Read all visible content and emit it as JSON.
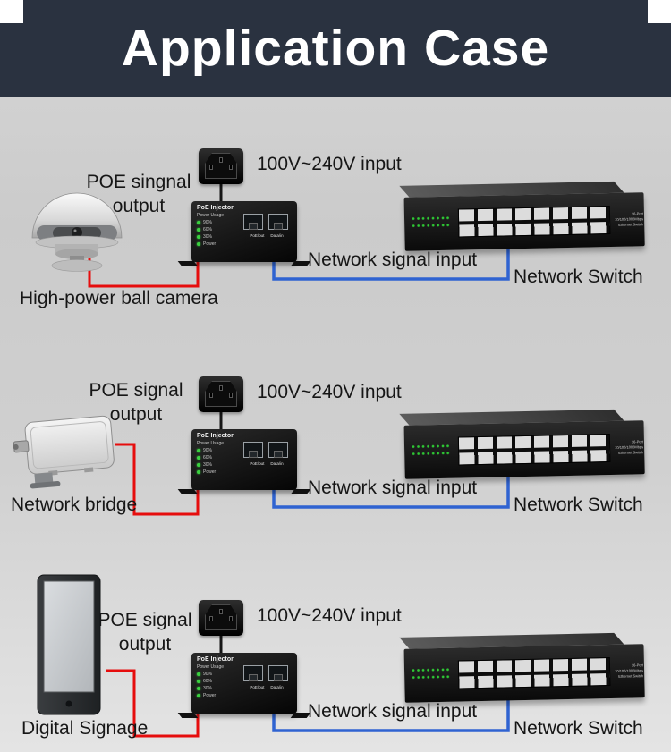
{
  "header": {
    "title": "Application Case"
  },
  "colors": {
    "header_bg": "#2a3240",
    "red_line": "#e60d0d",
    "blue_line": "#2f63d1",
    "power_line": "#161616"
  },
  "sections": [
    {
      "poe_output_line1": "POE singnal",
      "poe_output_line2": "output",
      "power_input": "100V~240V input",
      "network_input": "Network signal input",
      "switch_name": "Network Switch",
      "device_name": "High-power ball camera"
    },
    {
      "poe_output_line1": "POE signal",
      "poe_output_line2": "output",
      "power_input": "100V~240V input",
      "network_input": "Network signal input",
      "switch_name": "Network Switch",
      "device_name": "Network bridge"
    },
    {
      "poe_output_line1": "POE signal",
      "poe_output_line2": "output",
      "power_input": "100V~240V input",
      "network_input": "Network signal input",
      "switch_name": "Network Switch",
      "device_name": "Digital Signage"
    }
  ],
  "injector": {
    "title": "PoE Injector",
    "usage_label": "Power Usage",
    "levels": [
      "90%",
      "60%",
      "30%"
    ],
    "power_label": "Power",
    "port_out": "PoE/out",
    "port_in": "Data/in"
  },
  "switch_panel": {
    "model_line1": "16-Port 10/100/1000Mbps",
    "model_line2": "Ethernet Switch"
  }
}
